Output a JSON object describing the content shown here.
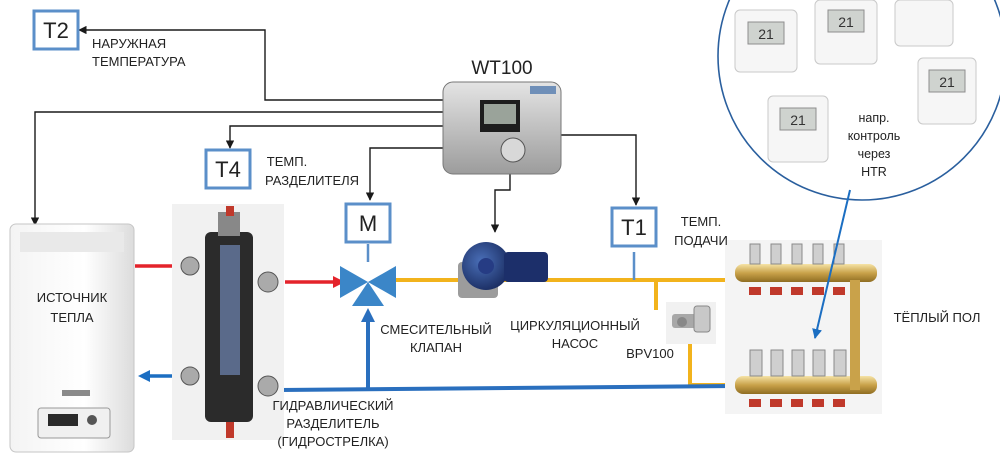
{
  "sensors": {
    "t2": "T2",
    "t4": "T4",
    "m": "M",
    "t1": "T1"
  },
  "labels": {
    "outdoor_temp_1": "НАРУЖНАЯ",
    "outdoor_temp_2": "ТЕМПЕРАТУРА",
    "controller": "WT100",
    "sep_temp_1": "ТЕМП.",
    "sep_temp_2": "РАЗДЕЛИТЕЛЯ",
    "supply_temp_1": "ТЕМП.",
    "supply_temp_2": "ПОДАЧИ",
    "heat_source_1": "ИСТОЧНИК",
    "heat_source_2": "ТЕПЛА",
    "mixing_valve_1": "СМЕСИТЕЛЬНЫЙ",
    "mixing_valve_2": "КЛАПАН",
    "circ_pump_1": "ЦИРКУЛЯЦИОННЫЙ",
    "circ_pump_2": "НАСОС",
    "bypass": "BPV100",
    "floor": "ТЁПЛЫЙ ПОЛ",
    "separator_1": "ГИДРАВЛИЧЕСКИЙ",
    "separator_2": "РАЗДЕЛИТЕЛЬ",
    "separator_3": "(ГИДРОСТРЕЛКА)",
    "htr_1": "напр.",
    "htr_2": "контроль",
    "htr_3": "через",
    "htr_4": "HTR"
  },
  "thermostat_display": "21",
  "colors": {
    "sensor_box": "#5b8fc9",
    "hot_pipe": "#e4232b",
    "cold_pipe": "#1b6ec2",
    "supply_pipe": "#f2b31c",
    "mix_pipe": "#2a6fbe",
    "wire": "#1a1a1a"
  }
}
